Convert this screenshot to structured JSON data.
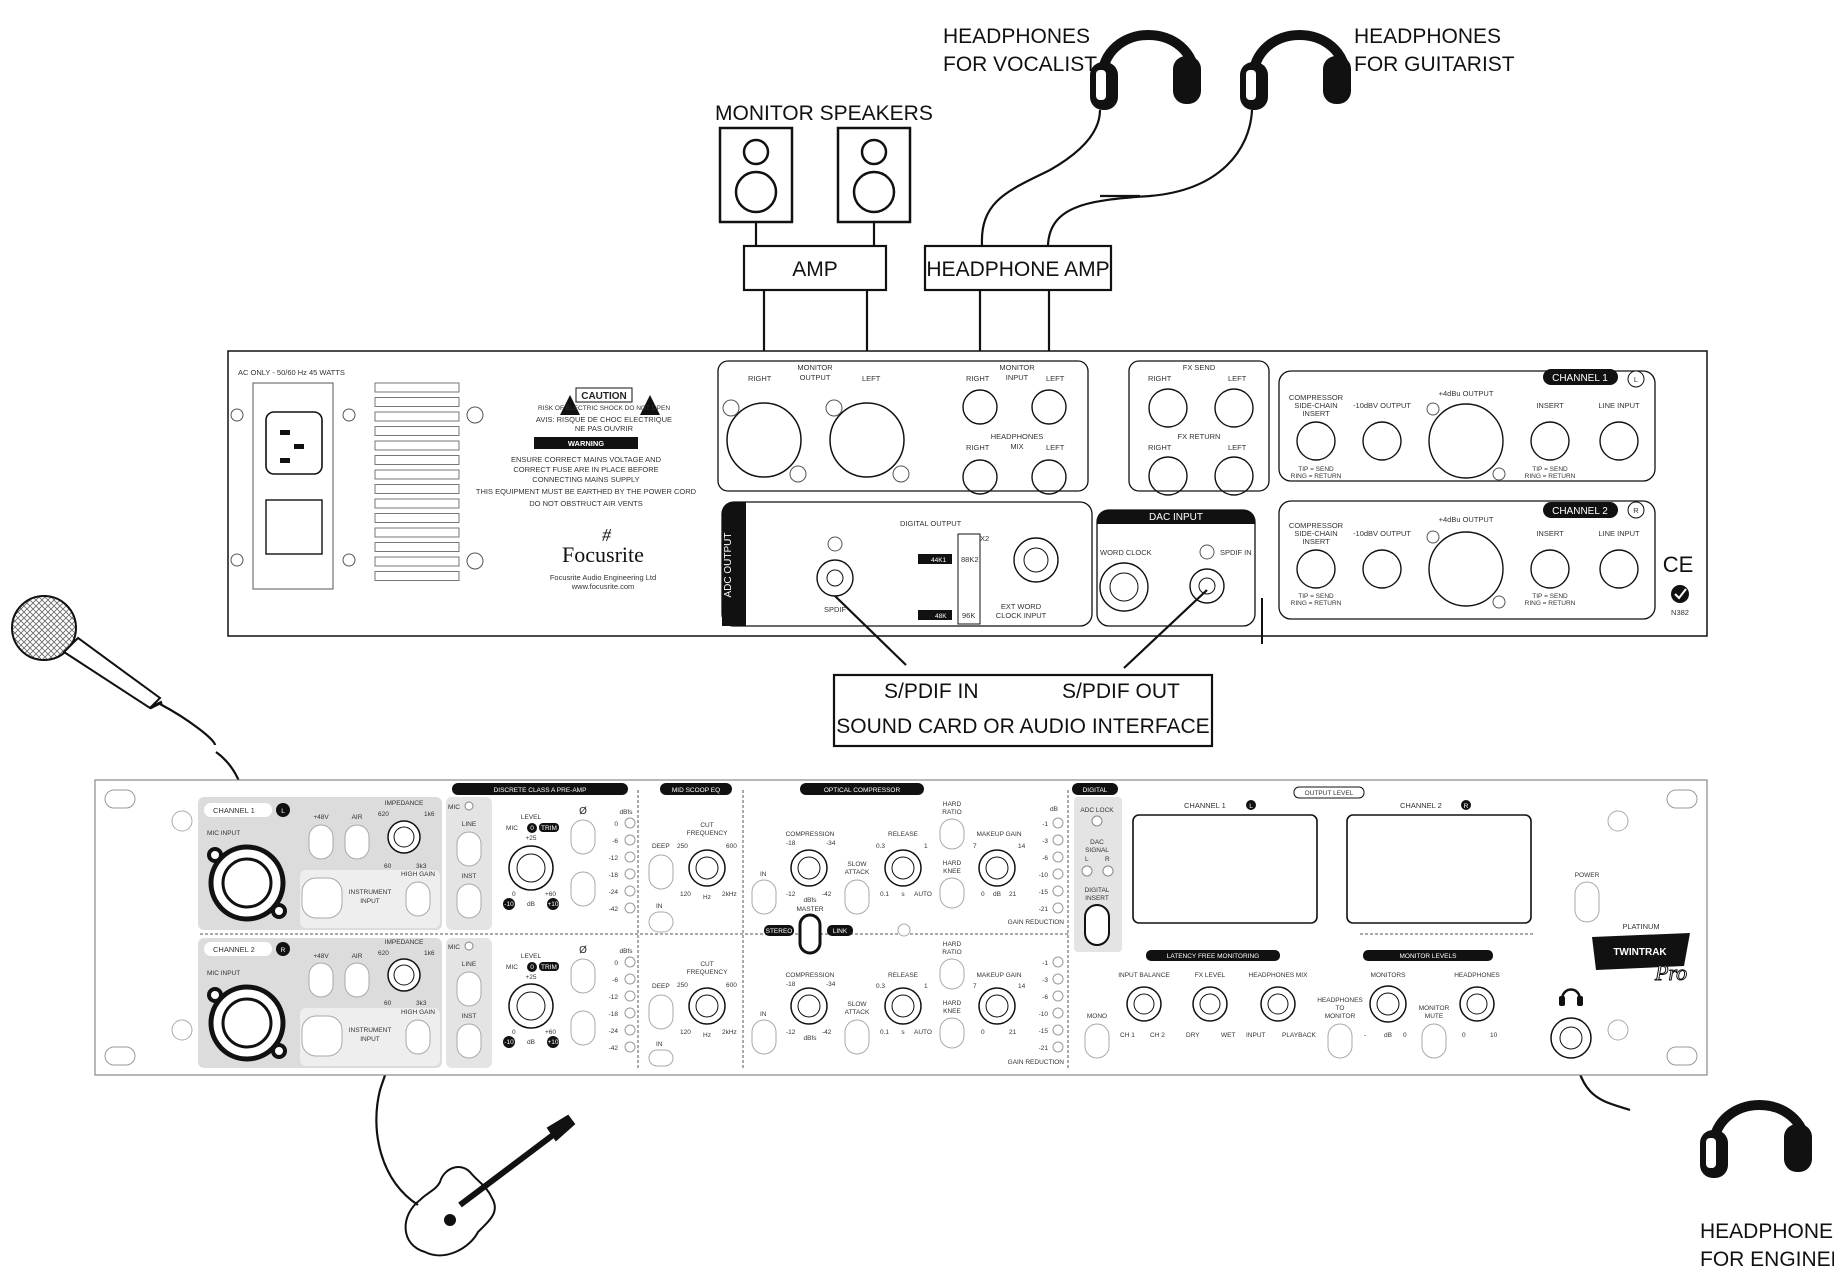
{
  "labels": {
    "hp_vocalist_1": "HEADPHONES",
    "hp_vocalist_2": "FOR VOCALIST",
    "hp_guitarist_1": "HEADPHONES",
    "hp_guitarist_2": "FOR GUITARIST",
    "monitor_speakers": "MONITOR SPEAKERS",
    "amp": "AMP",
    "headphone_amp": "HEADPHONE AMP",
    "spdif_in": "S/PDIF IN",
    "spdif_out": "S/PDIF OUT",
    "sound_card": "SOUND CARD OR AUDIO INTERFACE",
    "hp_engineer_1": "HEADPHONES",
    "hp_engineer_2": "FOR ENGINEER"
  },
  "rear": {
    "ac": "AC ONLY - 50/60 Hz 45 WATTS",
    "caution": "CAUTION",
    "caution_sub": "RISK OF ELECTRIC SHOCK DO NOT OPEN",
    "avis": "AVIS: RISQUE DE CHOC ELECTRIQUE",
    "avis2": "NE PAS OUVRIR",
    "warning": "WARNING",
    "warn1": "ENSURE CORRECT MAINS VOLTAGE AND",
    "warn2": "CORRECT FUSE ARE IN PLACE BEFORE",
    "warn3": "CONNECTING MAINS SUPPLY",
    "warn4": "THIS EQUIPMENT MUST BE EARTHED BY THE POWER CORD",
    "warn5": "DO NOT OBSTRUCT AIR VENTS",
    "brand": "Focusrite",
    "company": "Focusrite Audio Engineering Ltd",
    "web": "www.focusrite.com",
    "monitor_output_1": "MONITOR",
    "monitor_output_2": "OUTPUT",
    "monitor_input_1": "MONITOR",
    "monitor_input_2": "INPUT",
    "headphones_mix_1": "HEADPHONES",
    "headphones_mix_2": "MIX",
    "right": "RIGHT",
    "left": "LEFT",
    "fx_send": "FX SEND",
    "fx_return": "FX RETURN",
    "adc_output": "ADC OUTPUT",
    "digital_output": "DIGITAL OUTPUT",
    "x2": "X2",
    "r44k": "44K1",
    "r88k": "88K2",
    "r48k": "48K",
    "r96k": "96K",
    "spdif": "SPDIF",
    "ext_word_1": "EXT WORD",
    "ext_word_2": "CLOCK INPUT",
    "dac_input": "DAC INPUT",
    "word_clock": "WORD CLOCK",
    "spdif_in": "SPDIF IN",
    "ch1": "CHANNEL 1",
    "ch2": "CHANNEL 2",
    "ch_l": "L",
    "ch_r": "R",
    "comp_1": "COMPRESSOR",
    "comp_2": "SIDE-CHAIN",
    "comp_3": "INSERT",
    "minus10": "-10dBV OUTPUT",
    "plus4": "+4dBu OUTPUT",
    "insert": "INSERT",
    "line_input": "LINE INPUT",
    "tip1": "TIP = SEND",
    "tip2": "RING = RETURN",
    "ce": "CE",
    "n382": "N382"
  },
  "front": {
    "channel1": "CHANNEL 1",
    "channel2": "CHANNEL 2",
    "l": "L",
    "r": "R",
    "mic_input": "MIC INPUT",
    "p48": "+48V",
    "air": "AIR",
    "impedance": "IMPEDANCE",
    "imp620": "620",
    "imp1k6": "1k6",
    "imp60": "60",
    "imp3k3": "3k3",
    "instrument_1": "INSTRUMENT",
    "instrument_2": "INPUT",
    "high_gain": "HIGH GAIN",
    "mic": "MIC",
    "line": "LINE",
    "inst": "INST",
    "preamp_title": "DISCRETE CLASS A PRE-AMP",
    "level": "LEVEL",
    "trim": "TRIM",
    "zero": "0",
    "p25": "+25",
    "p60": "+60",
    "db": "dB",
    "m10": "-10",
    "p10": "+10",
    "phase": "Ø",
    "dbfs": "dBfs",
    "m_0": "0",
    "m_6": "-6",
    "m_12": "-12",
    "m_18": "-18",
    "m_24": "-24",
    "m_42": "-42",
    "eq_title": "MID SCOOP EQ",
    "deep": "DEEP",
    "cut1": "CUT",
    "cut2": "FREQUENCY",
    "f250": "250",
    "f600": "600",
    "f120": "120",
    "f2k": "2kHz",
    "hz": "Hz",
    "in": "IN",
    "comp_title": "OPTICAL COMPRESSOR",
    "compression": "COMPRESSION",
    "c18": "-18",
    "c34": "-34",
    "c12": "-12",
    "c42": "-42",
    "dbfs_l": "dBfs",
    "slow1": "SLOW",
    "slow2": "ATTACK",
    "release": "RELEASE",
    "r03": "0.3",
    "r1": "1",
    "r01": "0.1",
    "rs": "s",
    "auto": "AUTO",
    "hard1": "HARD",
    "hard2": "RATIO",
    "knee1": "HARD",
    "knee2": "KNEE",
    "makeup": "MAKEUP GAIN",
    "mk7": "7",
    "mk14": "14",
    "mk0": "0",
    "mkdb": "dB",
    "mk21": "21",
    "gr_db": "dB",
    "g1": "-1",
    "g3": "-3",
    "g6": "-6",
    "g10": "-10",
    "g15": "-15",
    "g21": "-21",
    "gain_reduction": "GAIN REDUCTION",
    "master": "MASTER",
    "stereo": "STEREO",
    "link": "LINK",
    "digital": "DIGITAL",
    "adc_lock": "ADC LOCK",
    "dac1": "DAC",
    "dac2": "SIGNAL",
    "dac_l": "L",
    "dac_r": "R",
    "dig_ins1": "DIGITAL",
    "dig_ins2": "INSERT",
    "output_level": "OUTPUT LEVEL",
    "ch1_meter": "CHANNEL 1",
    "ch2_meter": "CHANNEL 2",
    "power": "POWER",
    "platinum": "PLATINUM",
    "twintrak": "TWINTRAK",
    "pro": "Pro",
    "latency_title": "LATENCY FREE MONITORING",
    "input_balance": "INPUT BALANCE",
    "fx_level": "FX LEVEL",
    "hp_mix": "HEADPHONES MIX",
    "mono": "MONO",
    "ch1s": "CH 1",
    "ch2s": "CH 2",
    "dry": "DRY",
    "wet": "WET",
    "input": "INPUT",
    "playback": "PLAYBACK",
    "monitor_levels": "MONITOR LEVELS",
    "monitors": "MONITORS",
    "headphones": "HEADPHONES",
    "hp_to_mon_1": "HEADPHONES",
    "hp_to_mon_2": "TO",
    "hp_to_mon_3": "MONITOR",
    "mon_mute_1": "MONITOR",
    "mon_mute_2": "MUTE",
    "dash": "-",
    "mdb": "dB",
    "m0": "0",
    "h0": "0",
    "h10": "10"
  }
}
